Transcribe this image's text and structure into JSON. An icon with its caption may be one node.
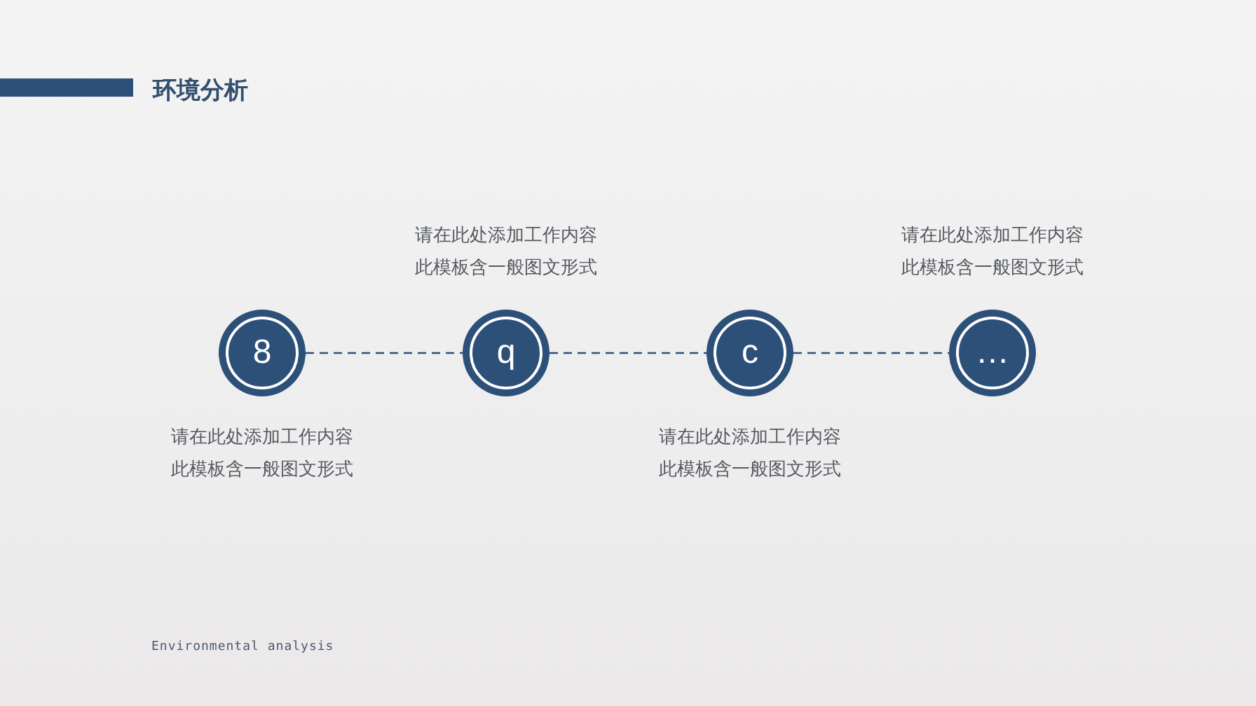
{
  "diagram": {
    "title": "环境分析",
    "nodes": [
      {
        "text": [
          "8"
        ],
        "beside": [
          "请在此处添加工作内容",
          "此模板含一般图文形式"
        ]
      },
      {
        "text": [
          "q"
        ],
        "beside": [
          "请在此处添加工作内容",
          "此模板含一般图文形式"
        ]
      },
      {
        "text": [
          "c"
        ],
        "beside": [
          "请在此处添加工作内容",
          "此模板含一般图文形式"
        ]
      },
      {
        "text": [
          "…"
        ],
        "beside": [
          "请在此处添加工作内容",
          "此模板含一般图文形式"
        ]
      }
    ],
    "edges": [
      {
        "from": 0,
        "to": 1,
        "arrow": "none",
        "style": "dashed"
      },
      {
        "from": 1,
        "to": 2,
        "arrow": "none",
        "style": "dashed"
      },
      {
        "from": 2,
        "to": 3,
        "arrow": "none",
        "style": "dashed"
      }
    ],
    "labels": [
      "Environmental analysis"
    ]
  }
}
